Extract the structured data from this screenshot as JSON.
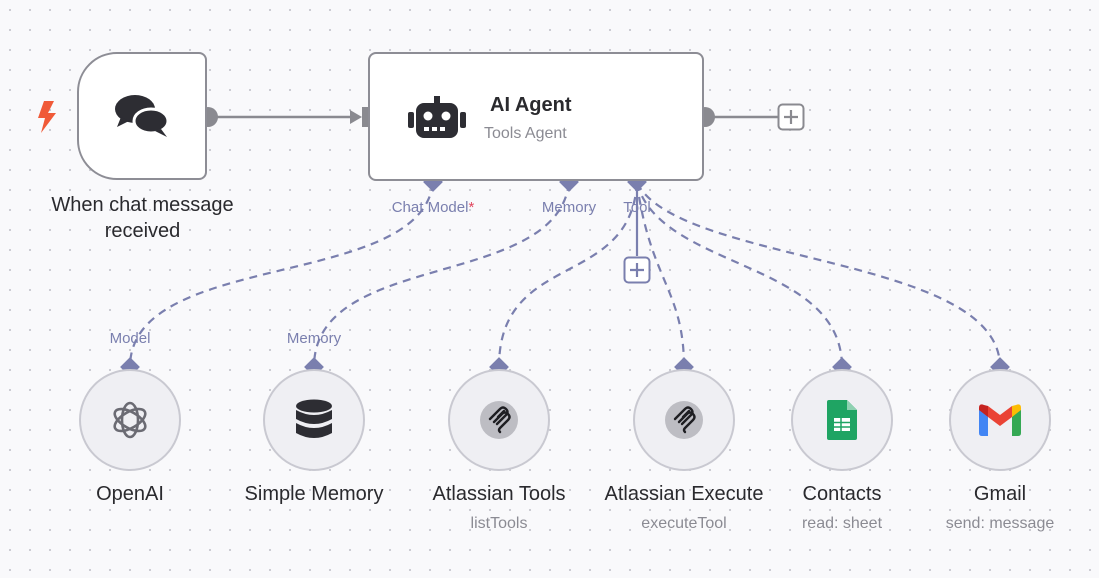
{
  "trigger": {
    "label": "When chat message received"
  },
  "agent": {
    "title": "AI Agent",
    "subtitle": "Tools Agent"
  },
  "agent_ports": {
    "chat_model": "Chat Model",
    "required_mark": "*",
    "memory": "Memory",
    "tool": "Tool"
  },
  "sub_nodes": [
    {
      "name": "OpenAI",
      "subtitle": "",
      "port_label": "Model",
      "icon": "openai-icon"
    },
    {
      "name": "Simple Memory",
      "subtitle": "",
      "port_label": "Memory",
      "icon": "database-icon"
    },
    {
      "name": "Atlassian Tools",
      "subtitle": "listTools",
      "port_label": "",
      "icon": "mcp-icon"
    },
    {
      "name": "Atlassian Execute",
      "subtitle": "executeTool",
      "port_label": "",
      "icon": "mcp-icon"
    },
    {
      "name": "Contacts",
      "subtitle": "read: sheet",
      "port_label": "",
      "icon": "google-sheets-icon"
    },
    {
      "name": "Gmail",
      "subtitle": "send: message",
      "port_label": "",
      "icon": "gmail-icon"
    }
  ],
  "colors": {
    "port_accent": "#7a7fae",
    "connector_gray": "#8a8a90",
    "trigger_bolt": "#f05a38",
    "required_star": "#e0465e"
  }
}
